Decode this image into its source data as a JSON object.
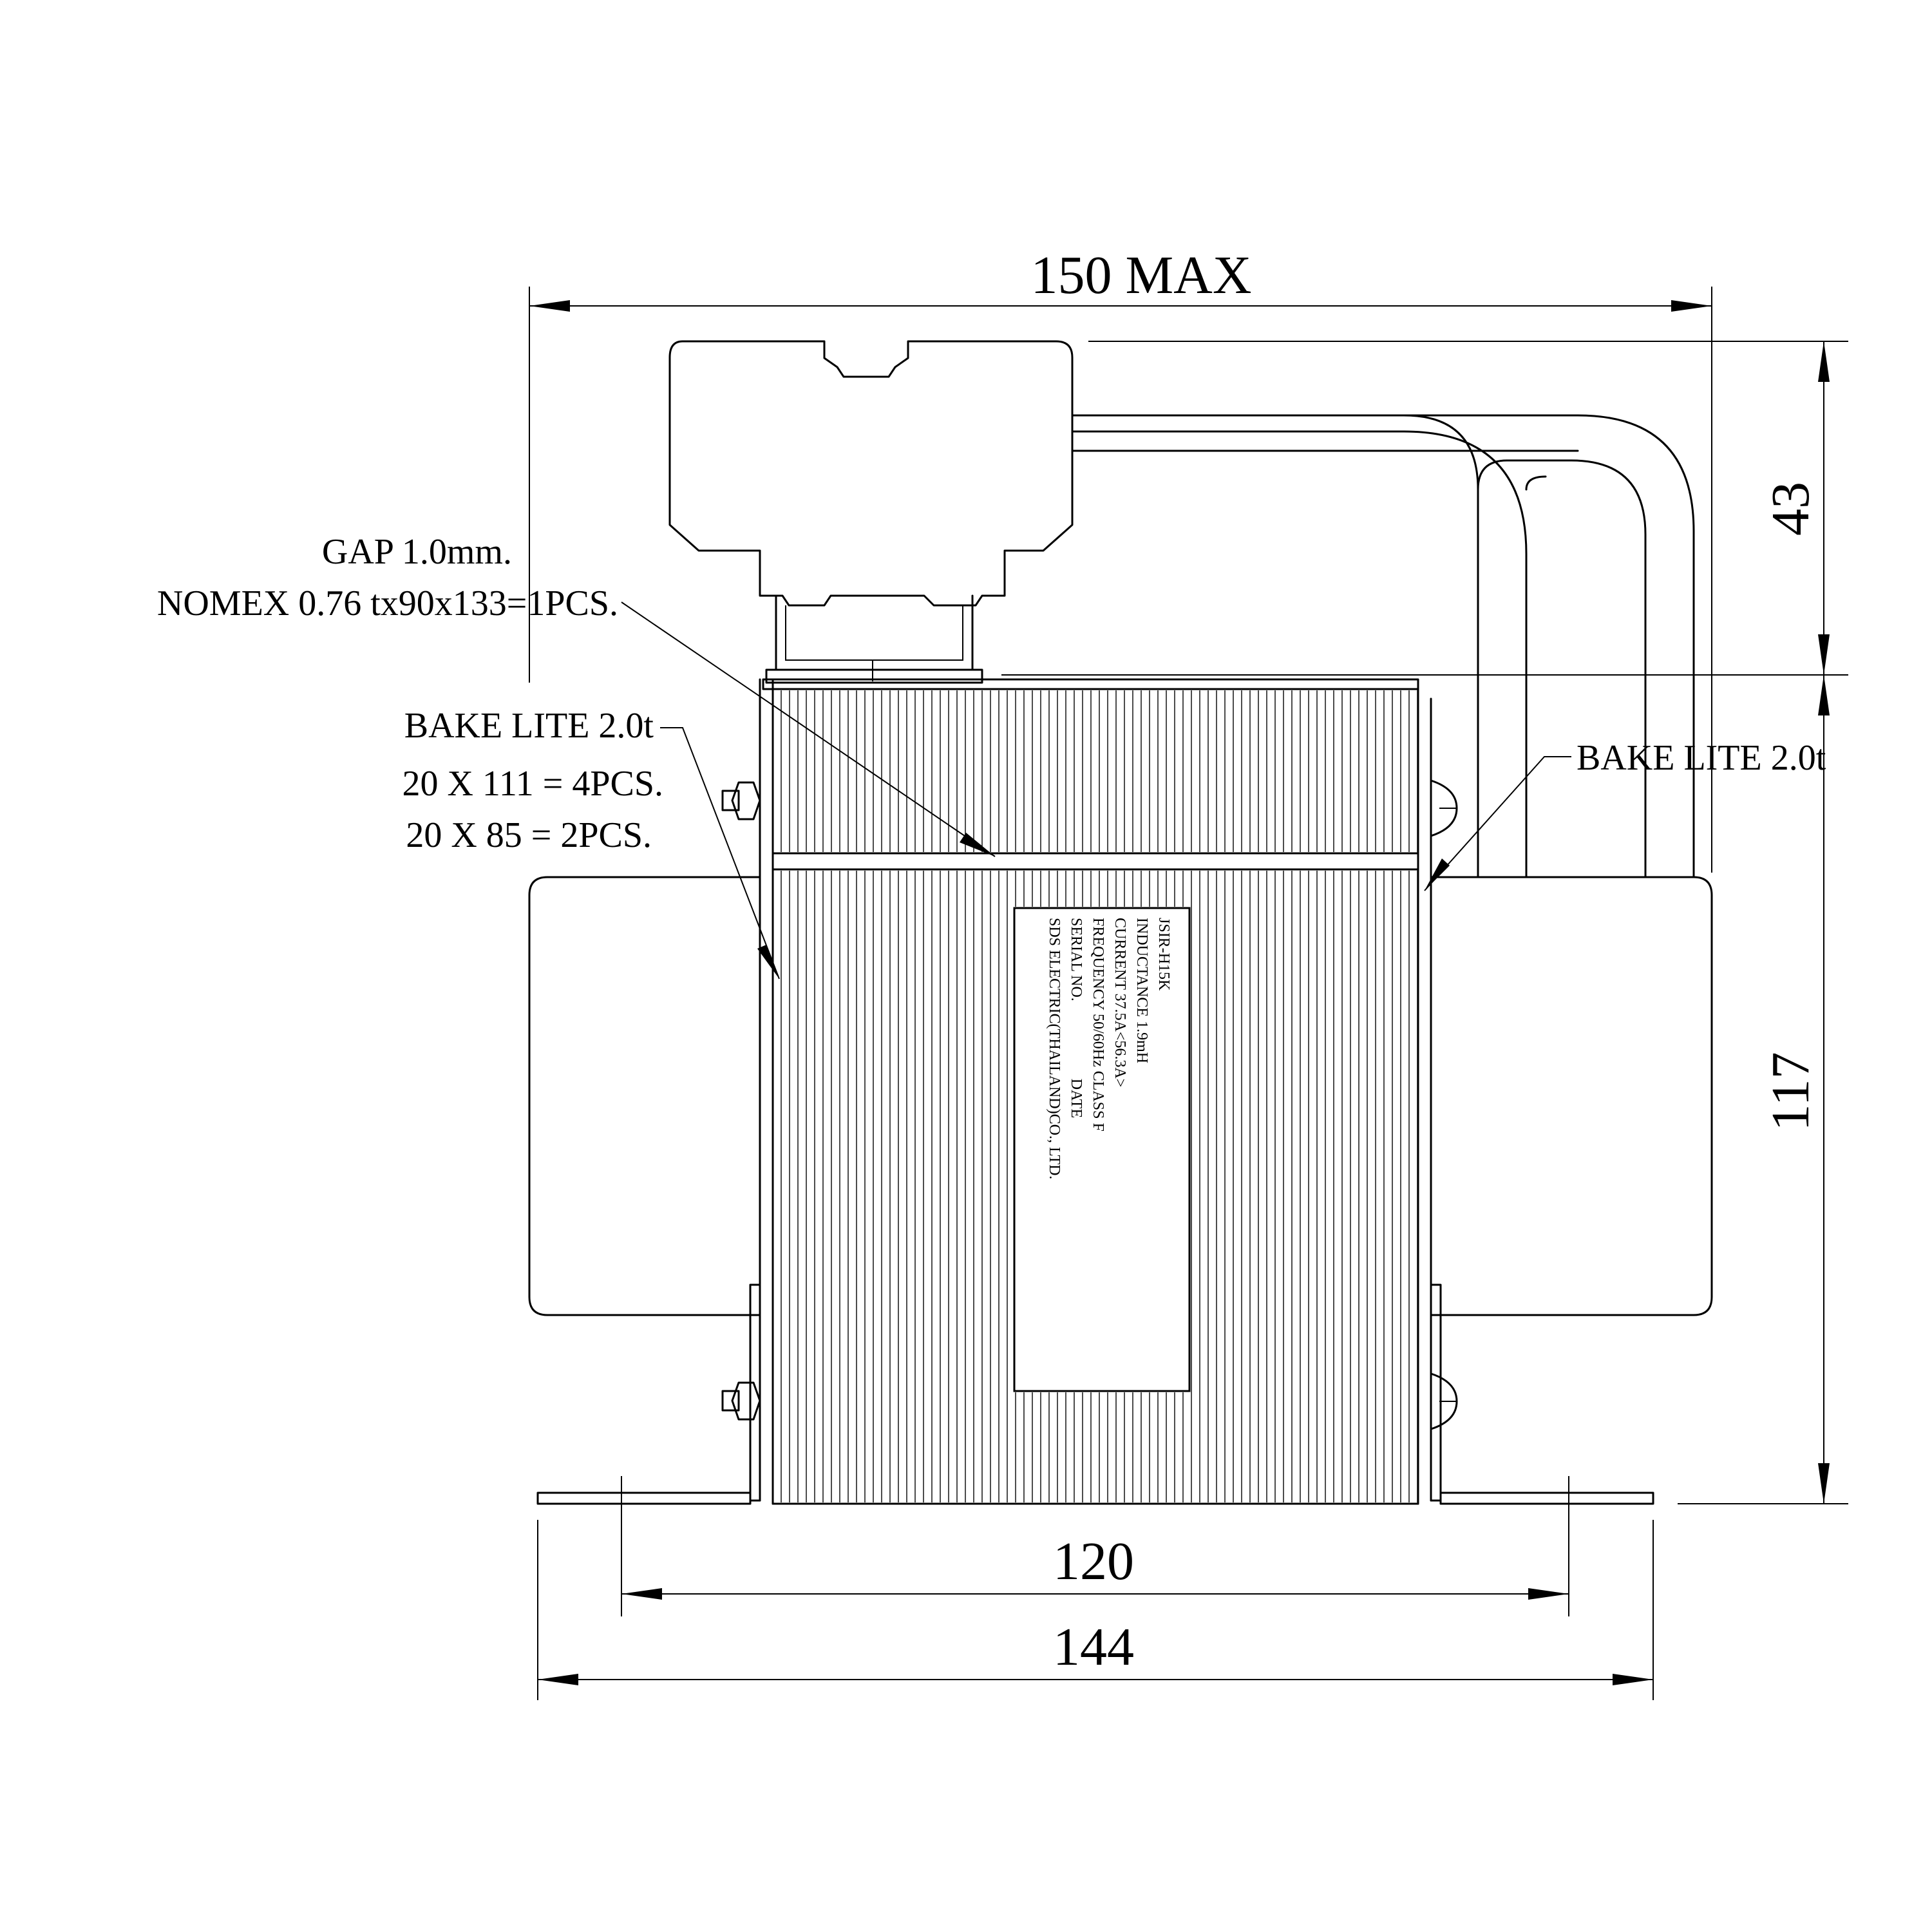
{
  "dimensions": {
    "overall_width": "150 MAX",
    "terminal_height": "43",
    "body_height": "117",
    "mounting_pitch": "120",
    "base_width": "144"
  },
  "callouts": {
    "gap_line1": "GAP 1.0mm.",
    "gap_line2": "NOMEX 0.76 tx90x133=1PCS.",
    "bakelite_left_1": "BAKE LITE 2.0t",
    "bakelite_left_2": "20 X 111 = 4PCS.",
    "bakelite_left_3": "20 X 85 = 2PCS.",
    "bakelite_right": "BAKE LITE 2.0t"
  },
  "nameplate": {
    "model": "JSIR-H15K",
    "inductance": "INDUCTANCE 1.9mH",
    "current": "CURRENT  37.5A<56.3A>",
    "frequency": "FREQUENCY 50/60Hz    CLASS F",
    "serial": "SERIAL NO.                    DATE",
    "maker": "SDS ELECTRIC(THAILAND)CO., LTD."
  },
  "colors": {
    "line": "#000000",
    "background": "#ffffff"
  }
}
